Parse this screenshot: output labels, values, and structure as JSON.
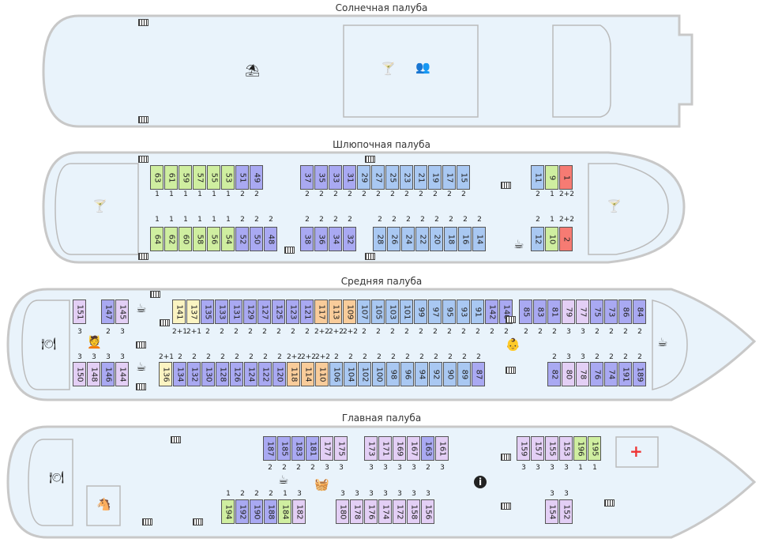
{
  "colors": {
    "hull": "#e9f3fb",
    "hull_stroke": "#c8c8c8",
    "green": "#cfeea0",
    "blue": "#a9c8f2",
    "purple": "#a9a9f2",
    "lilac": "#e3cff5",
    "orange": "#f9cc9a",
    "red": "#f67b73",
    "yellow": "#fbf4c2"
  },
  "decks": {
    "sun": "Солнечная палуба",
    "boat": "Шлюпочная палуба",
    "middle": "Средняя палуба",
    "main": "Главная палуба"
  },
  "icons": {
    "cocktail": "cocktail-icon",
    "umbrella": "beach-umbrella-icon",
    "cinema": "audience-icon",
    "restaurant": "restaurant-icon",
    "coffee": "coffee-icon",
    "massage": "massage-icon",
    "info": "info-icon",
    "medical": "first-aid-icon",
    "horse": "rocking-horse-icon",
    "iron": "iron-icon",
    "baby": "baby-icon",
    "stairs": "stairs-icon"
  },
  "cabins": [
    {
      "n": "63",
      "c": "green",
      "b": "1"
    },
    {
      "n": "61",
      "c": "green",
      "b": "1"
    },
    {
      "n": "59",
      "c": "green",
      "b": "1"
    },
    {
      "n": "57",
      "c": "green",
      "b": "1"
    },
    {
      "n": "55",
      "c": "green",
      "b": "1"
    },
    {
      "n": "53",
      "c": "green",
      "b": "1"
    },
    {
      "n": "51",
      "c": "purple",
      "b": "2"
    },
    {
      "n": "49",
      "c": "purple",
      "b": "2"
    },
    {
      "n": "64",
      "c": "green",
      "b": "1"
    },
    {
      "n": "62",
      "c": "green",
      "b": "1"
    },
    {
      "n": "60",
      "c": "green",
      "b": "1"
    },
    {
      "n": "58",
      "c": "green",
      "b": "1"
    },
    {
      "n": "56",
      "c": "green",
      "b": "1"
    },
    {
      "n": "54",
      "c": "green",
      "b": "1"
    },
    {
      "n": "52",
      "c": "purple",
      "b": "2"
    },
    {
      "n": "50",
      "c": "purple",
      "b": "2"
    },
    {
      "n": "48",
      "c": "purple",
      "b": "2"
    },
    {
      "n": "37",
      "c": "purple",
      "b": "2"
    },
    {
      "n": "35",
      "c": "purple",
      "b": "2"
    },
    {
      "n": "33",
      "c": "purple",
      "b": "2"
    },
    {
      "n": "31",
      "c": "purple",
      "b": "2"
    },
    {
      "n": "29",
      "c": "blue",
      "b": "2"
    },
    {
      "n": "27",
      "c": "blue",
      "b": "2"
    },
    {
      "n": "25",
      "c": "blue",
      "b": "2"
    },
    {
      "n": "23",
      "c": "blue",
      "b": "2"
    },
    {
      "n": "21",
      "c": "blue",
      "b": "2"
    },
    {
      "n": "19",
      "c": "blue",
      "b": "2"
    },
    {
      "n": "17",
      "c": "blue",
      "b": "2"
    },
    {
      "n": "15",
      "c": "blue",
      "b": "2"
    },
    {
      "n": "38",
      "c": "purple",
      "b": "2"
    },
    {
      "n": "36",
      "c": "purple",
      "b": "2"
    },
    {
      "n": "34",
      "c": "purple",
      "b": "2"
    },
    {
      "n": "32",
      "c": "purple",
      "b": "2"
    },
    {
      "n": "28",
      "c": "blue",
      "b": "2"
    },
    {
      "n": "26",
      "c": "blue",
      "b": "2"
    },
    {
      "n": "24",
      "c": "blue",
      "b": "2"
    },
    {
      "n": "22",
      "c": "blue",
      "b": "2"
    },
    {
      "n": "20",
      "c": "blue",
      "b": "2"
    },
    {
      "n": "18",
      "c": "blue",
      "b": "2"
    },
    {
      "n": "16",
      "c": "blue",
      "b": "2"
    },
    {
      "n": "14",
      "c": "blue",
      "b": "2"
    },
    {
      "n": "11",
      "c": "blue",
      "b": "2"
    },
    {
      "n": "9",
      "c": "green",
      "b": "1"
    },
    {
      "n": "1",
      "c": "red",
      "b": "2+2"
    },
    {
      "n": "12",
      "c": "blue",
      "b": "2"
    },
    {
      "n": "10",
      "c": "green",
      "b": "1"
    },
    {
      "n": "2",
      "c": "red",
      "b": "2+2"
    },
    {
      "n": "151",
      "c": "lilac",
      "b": "3"
    },
    {
      "n": "147",
      "c": "purple",
      "b": "2"
    },
    {
      "n": "145",
      "c": "lilac",
      "b": "3"
    },
    {
      "n": "150",
      "c": "lilac",
      "b": "3"
    },
    {
      "n": "148",
      "c": "lilac",
      "b": "3"
    },
    {
      "n": "146",
      "c": "purple",
      "b": "3"
    },
    {
      "n": "144",
      "c": "lilac",
      "b": "3"
    },
    {
      "n": "141",
      "c": "yellow",
      "b": "2+1"
    },
    {
      "n": "137",
      "c": "yellow",
      "b": "2+1"
    },
    {
      "n": "135",
      "c": "purple",
      "b": "2"
    },
    {
      "n": "133",
      "c": "purple",
      "b": "2"
    },
    {
      "n": "131",
      "c": "purple",
      "b": "2"
    },
    {
      "n": "129",
      "c": "purple",
      "b": "2"
    },
    {
      "n": "127",
      "c": "purple",
      "b": "2"
    },
    {
      "n": "125",
      "c": "purple",
      "b": "2"
    },
    {
      "n": "123",
      "c": "purple",
      "b": "2"
    },
    {
      "n": "121",
      "c": "purple",
      "b": "2"
    },
    {
      "n": "117",
      "c": "orange",
      "b": "2+2"
    },
    {
      "n": "113",
      "c": "orange",
      "b": "2+2"
    },
    {
      "n": "109",
      "c": "orange",
      "b": "2+2"
    },
    {
      "n": "107",
      "c": "blue",
      "b": "2"
    },
    {
      "n": "105",
      "c": "blue",
      "b": "2"
    },
    {
      "n": "103",
      "c": "blue",
      "b": "2"
    },
    {
      "n": "101",
      "c": "blue",
      "b": "2"
    },
    {
      "n": "99",
      "c": "blue",
      "b": "2"
    },
    {
      "n": "97",
      "c": "blue",
      "b": "2"
    },
    {
      "n": "95",
      "c": "blue",
      "b": "2"
    },
    {
      "n": "93",
      "c": "blue",
      "b": "2"
    },
    {
      "n": "91",
      "c": "blue",
      "b": "2"
    },
    {
      "n": "142",
      "c": "purple",
      "b": "2"
    },
    {
      "n": "140",
      "c": "purple",
      "b": "2"
    },
    {
      "n": "136",
      "c": "yellow",
      "b": "2+1"
    },
    {
      "n": "134",
      "c": "purple",
      "b": "2"
    },
    {
      "n": "132",
      "c": "purple",
      "b": "2"
    },
    {
      "n": "130",
      "c": "purple",
      "b": "2"
    },
    {
      "n": "128",
      "c": "purple",
      "b": "2"
    },
    {
      "n": "126",
      "c": "purple",
      "b": "2"
    },
    {
      "n": "124",
      "c": "purple",
      "b": "2"
    },
    {
      "n": "122",
      "c": "purple",
      "b": "2"
    },
    {
      "n": "120",
      "c": "purple",
      "b": "2"
    },
    {
      "n": "118",
      "c": "orange",
      "b": "2+2"
    },
    {
      "n": "114",
      "c": "orange",
      "b": "2+2"
    },
    {
      "n": "110",
      "c": "orange",
      "b": "2+2"
    },
    {
      "n": "106",
      "c": "blue",
      "b": "2"
    },
    {
      "n": "104",
      "c": "blue",
      "b": "2"
    },
    {
      "n": "102",
      "c": "blue",
      "b": "2"
    },
    {
      "n": "100",
      "c": "blue",
      "b": "2"
    },
    {
      "n": "98",
      "c": "blue",
      "b": "2"
    },
    {
      "n": "96",
      "c": "blue",
      "b": "2"
    },
    {
      "n": "94",
      "c": "blue",
      "b": "2"
    },
    {
      "n": "92",
      "c": "blue",
      "b": "2"
    },
    {
      "n": "90",
      "c": "blue",
      "b": "2"
    },
    {
      "n": "89",
      "c": "blue",
      "b": "2"
    },
    {
      "n": "87",
      "c": "purple",
      "b": "2"
    },
    {
      "n": "85",
      "c": "purple",
      "b": "2"
    },
    {
      "n": "83",
      "c": "purple",
      "b": "2"
    },
    {
      "n": "81",
      "c": "purple",
      "b": "2"
    },
    {
      "n": "79",
      "c": "lilac",
      "b": "3"
    },
    {
      "n": "77",
      "c": "lilac",
      "b": "3"
    },
    {
      "n": "75",
      "c": "purple",
      "b": "2"
    },
    {
      "n": "73",
      "c": "purple",
      "b": "2"
    },
    {
      "n": "86",
      "c": "purple",
      "b": "2"
    },
    {
      "n": "84",
      "c": "purple",
      "b": "2"
    },
    {
      "n": "82",
      "c": "purple",
      "b": "2"
    },
    {
      "n": "80",
      "c": "lilac",
      "b": "3"
    },
    {
      "n": "78",
      "c": "lilac",
      "b": "3"
    },
    {
      "n": "76",
      "c": "purple",
      "b": "2"
    },
    {
      "n": "74",
      "c": "purple",
      "b": "2"
    },
    {
      "n": "191",
      "c": "purple",
      "b": "2"
    },
    {
      "n": "189",
      "c": "purple",
      "b": "2"
    },
    {
      "n": "187",
      "c": "purple",
      "b": "2"
    },
    {
      "n": "185",
      "c": "purple",
      "b": "2"
    },
    {
      "n": "183",
      "c": "purple",
      "b": "2"
    },
    {
      "n": "181",
      "c": "purple",
      "b": "2"
    },
    {
      "n": "177",
      "c": "lilac",
      "b": "3"
    },
    {
      "n": "175",
      "c": "lilac",
      "b": "3"
    },
    {
      "n": "173",
      "c": "lilac",
      "b": "3"
    },
    {
      "n": "171",
      "c": "lilac",
      "b": "3"
    },
    {
      "n": "169",
      "c": "lilac",
      "b": "3"
    },
    {
      "n": "167",
      "c": "lilac",
      "b": "3"
    },
    {
      "n": "163",
      "c": "purple",
      "b": "2"
    },
    {
      "n": "161",
      "c": "lilac",
      "b": "3"
    },
    {
      "n": "159",
      "c": "lilac",
      "b": "3"
    },
    {
      "n": "157",
      "c": "lilac",
      "b": "3"
    },
    {
      "n": "155",
      "c": "lilac",
      "b": "3"
    },
    {
      "n": "153",
      "c": "lilac",
      "b": "3"
    },
    {
      "n": "196",
      "c": "green",
      "b": "1"
    },
    {
      "n": "195",
      "c": "green",
      "b": "1"
    },
    {
      "n": "194",
      "c": "green",
      "b": "1"
    },
    {
      "n": "192",
      "c": "purple",
      "b": "2"
    },
    {
      "n": "190",
      "c": "purple",
      "b": "2"
    },
    {
      "n": "188",
      "c": "purple",
      "b": "2"
    },
    {
      "n": "184",
      "c": "green",
      "b": "1"
    },
    {
      "n": "182",
      "c": "lilac",
      "b": "3"
    },
    {
      "n": "180",
      "c": "lilac",
      "b": "3"
    },
    {
      "n": "178",
      "c": "lilac",
      "b": "3"
    },
    {
      "n": "176",
      "c": "lilac",
      "b": "3"
    },
    {
      "n": "174",
      "c": "lilac",
      "b": "3"
    },
    {
      "n": "172",
      "c": "lilac",
      "b": "3"
    },
    {
      "n": "158",
      "c": "lilac",
      "b": "3"
    },
    {
      "n": "156",
      "c": "lilac",
      "b": "3"
    },
    {
      "n": "154",
      "c": "lilac",
      "b": "3"
    },
    {
      "n": "152",
      "c": "lilac",
      "b": "3"
    }
  ]
}
